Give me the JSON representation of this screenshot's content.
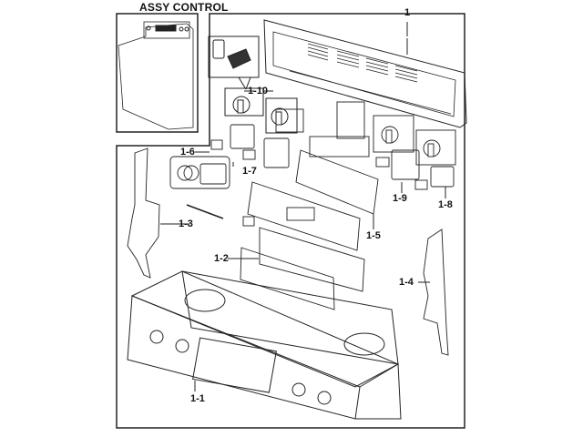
{
  "diagram": {
    "title": "ASSY CONTROL",
    "callouts": [
      {
        "id": "1",
        "label": "1",
        "part": "rear-vented-cover"
      },
      {
        "id": "1-1",
        "label": "1-1",
        "part": "front-control-panel"
      },
      {
        "id": "1-2",
        "label": "1-2",
        "part": "display-window-film"
      },
      {
        "id": "1-3",
        "label": "1-3",
        "part": "left-side-bracket"
      },
      {
        "id": "1-4",
        "label": "1-4",
        "part": "right-side-bracket"
      },
      {
        "id": "1-5",
        "label": "1-5",
        "part": "main-pcb"
      },
      {
        "id": "1-6",
        "label": "1-6",
        "part": "switch-lamp-assembly"
      },
      {
        "id": "1-7",
        "label": "1-7",
        "part": "switch-block"
      },
      {
        "id": "1-8",
        "label": "1-8",
        "part": "right-infinite-switch"
      },
      {
        "id": "1-9",
        "label": "1-9",
        "part": "switch-module"
      },
      {
        "id": "1-10",
        "label": "1-10",
        "part": "knob-with-adapter"
      }
    ]
  }
}
